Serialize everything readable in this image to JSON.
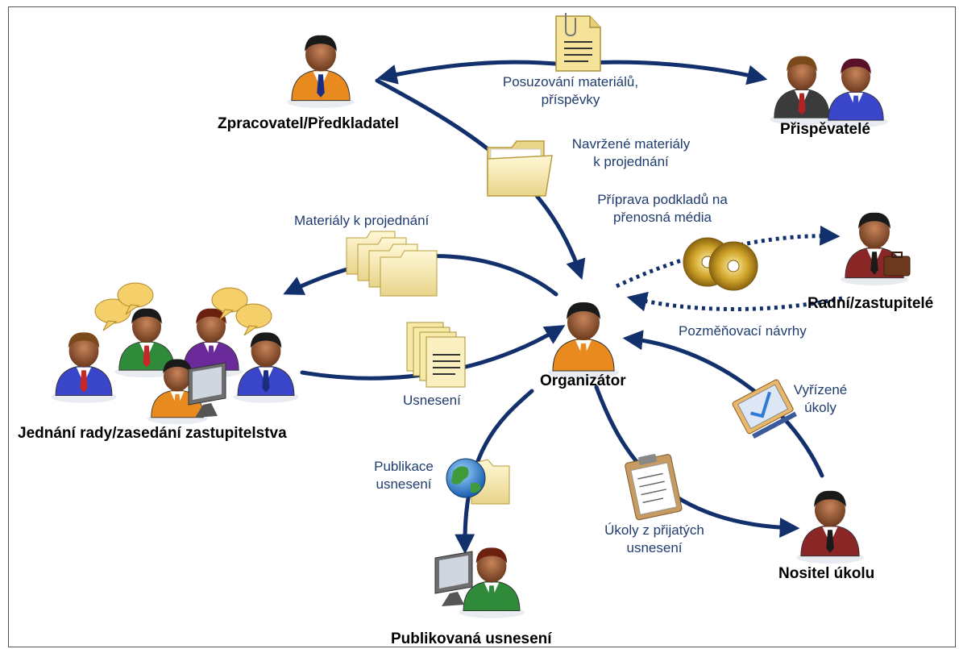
{
  "roles": {
    "zpracovatel": "Zpracovatel/Předkladatel",
    "prispevatele": "Přispěvatelé",
    "radni": "Radní/zastupitelé",
    "organizator": "Organizátor",
    "jednani": "Jednání rady/zasedání zastupitelstva",
    "nositel": "Nositel úkolu",
    "publikovana": "Publikovaná usnesení"
  },
  "flows": {
    "posuzovani_1": "Posuzování materiálů,",
    "posuzovani_2": "příspěvky",
    "navrzene_1": "Navržené materiály",
    "navrzene_2": "k projednání",
    "priprava_1": "Příprava podkladů na",
    "priprava_2": "přenosná média",
    "materialy": "Materiály k projednání",
    "pozmenovaci": "Pozměňovací návrhy",
    "usneseni": "Usnesení",
    "vyrizene_1": "Vyřízené",
    "vyrizene_2": "úkoly",
    "publikace_1": "Publikace",
    "publikace_2": "usnesení",
    "ukoly_1": "Úkoly z přijatých",
    "ukoly_2": "usnesení"
  },
  "colors": {
    "arrow": "#12306b",
    "label": "#1f3c6e",
    "folder": "#f6e7a6",
    "disc": "#c9a227"
  }
}
